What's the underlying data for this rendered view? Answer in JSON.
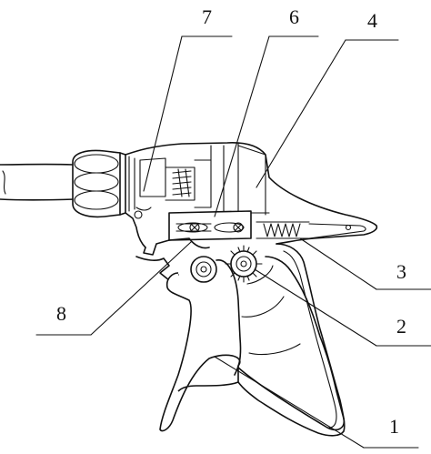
{
  "figure": {
    "callouts": [
      {
        "id": "7",
        "text": "7"
      },
      {
        "id": "6",
        "text": "6"
      },
      {
        "id": "4",
        "text": "4"
      },
      {
        "id": "3",
        "text": "3"
      },
      {
        "id": "8",
        "text": "8"
      },
      {
        "id": "2",
        "text": "2"
      },
      {
        "id": "1",
        "text": "1"
      }
    ]
  }
}
